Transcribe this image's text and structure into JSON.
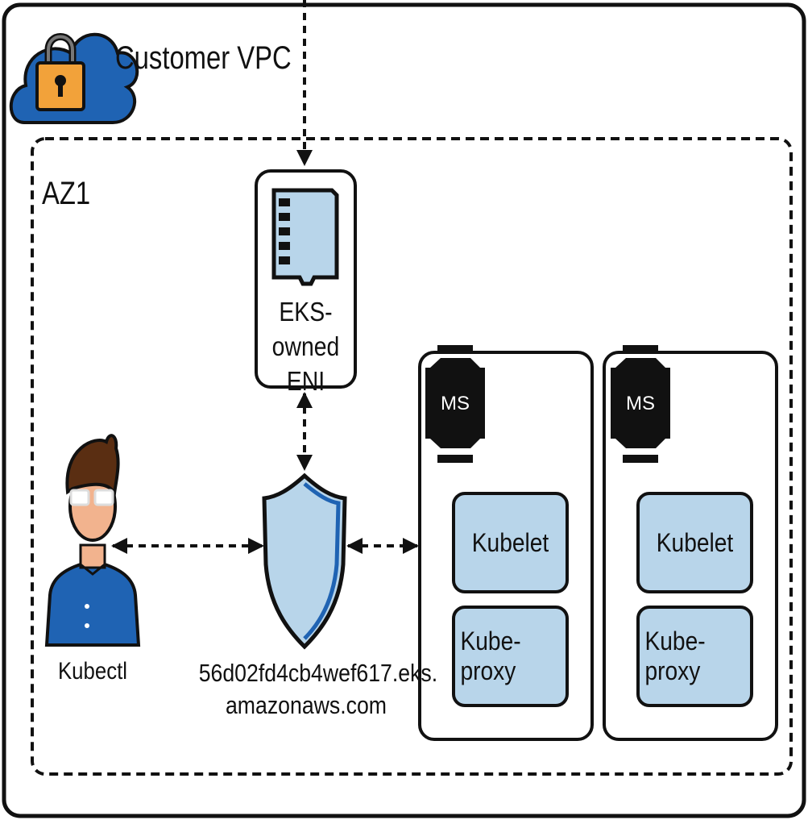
{
  "vpc": {
    "title": "Customer VPC"
  },
  "az": {
    "title": "AZ1"
  },
  "eni": {
    "label": "EKS-owned ENI"
  },
  "endpoint": {
    "label": "56d02fd4cb4wef617.eks. amazonaws.com"
  },
  "client": {
    "label": "Kubectl"
  },
  "nodes": [
    {
      "chip": "MS",
      "components": [
        "Kubelet",
        "Kube-proxy"
      ]
    },
    {
      "chip": "MS",
      "components": [
        "Kubelet",
        "Kube-proxy"
      ]
    }
  ],
  "colors": {
    "component_fill": "#b8d5ea",
    "shield_blue": "#1f63b3",
    "cloud_blue": "#1f63b3",
    "lock_orange": "#f2a23a",
    "person_shirt": "#1f63b3",
    "person_hair": "#5a2e12",
    "person_skin": "#f2b38e"
  }
}
